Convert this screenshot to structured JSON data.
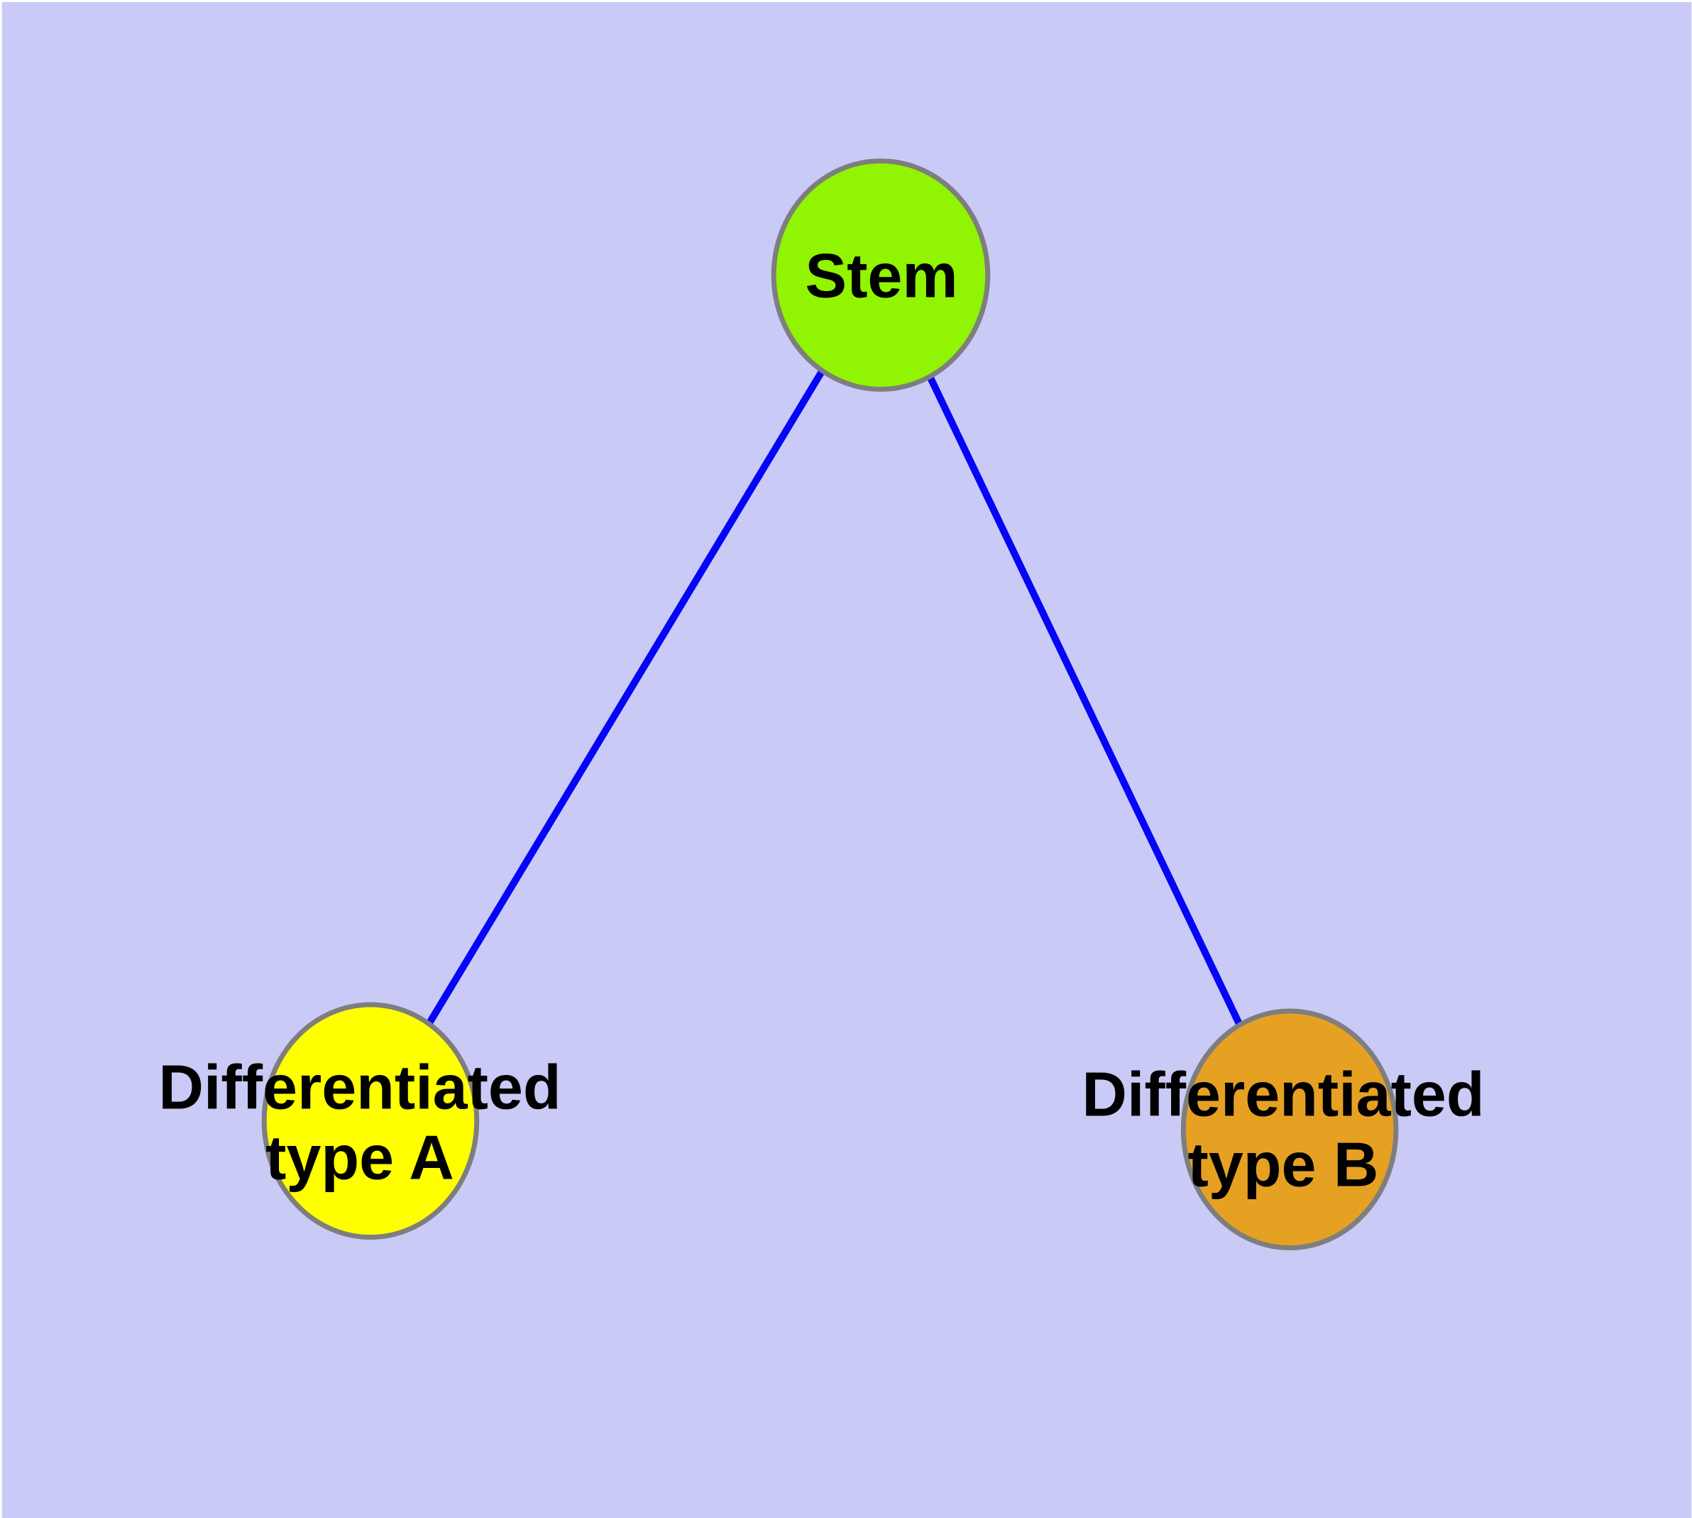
{
  "diagram": {
    "type": "node-link-graph",
    "background_color": "#CACAF7",
    "edge_color": "#0404F8",
    "node_border_color": "#7E7E7E",
    "label_color": "#000000",
    "nodes": [
      {
        "id": "stem",
        "label": "Stem",
        "fill_color": "#90F402"
      },
      {
        "id": "differentiated-type-a",
        "label": "Differentiated\ntype A",
        "fill_color": "#FFFF00"
      },
      {
        "id": "differentiated-type-b",
        "label": "Differentiated\ntype B",
        "fill_color": "#E6A123"
      }
    ],
    "edges": [
      {
        "from": "stem",
        "to": "differentiated-type-a"
      },
      {
        "from": "stem",
        "to": "differentiated-type-b"
      }
    ]
  }
}
